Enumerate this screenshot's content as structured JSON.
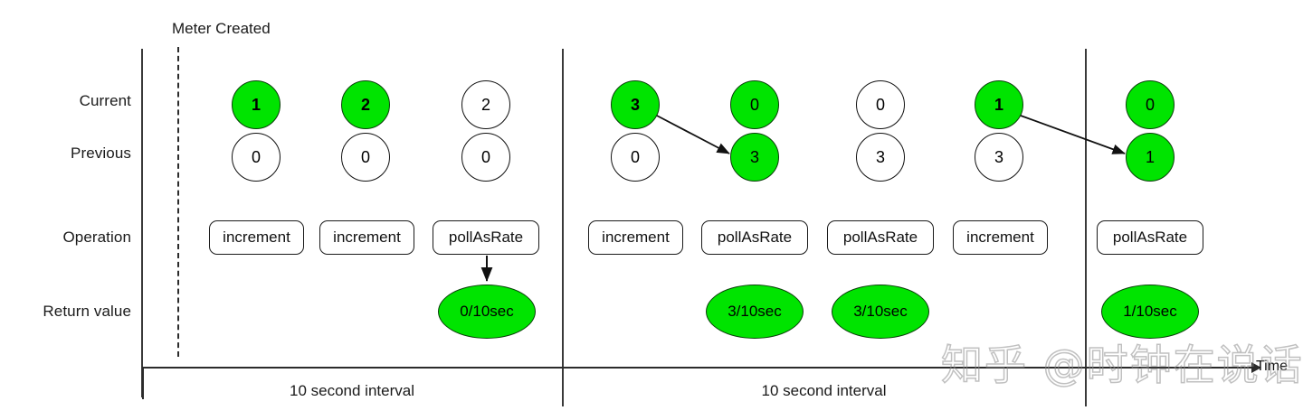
{
  "diagram": {
    "title_note": "Meter Created",
    "time_axis_label": "Time",
    "watermark": "知乎 @时钟在说话",
    "row_labels": [
      {
        "key": "current",
        "label": "Current"
      },
      {
        "key": "previous",
        "label": "Previous"
      },
      {
        "key": "operation",
        "label": "Operation"
      },
      {
        "key": "return_value",
        "label": "Return value"
      }
    ],
    "interval_labels": [
      {
        "label": "10 second interval"
      },
      {
        "label": "10 second interval"
      }
    ],
    "columns": [
      {
        "id": "c1",
        "current": {
          "value": "1",
          "highlighted": true
        },
        "previous": {
          "value": "0",
          "highlighted": false
        },
        "operation": "increment",
        "return_value": null
      },
      {
        "id": "c2",
        "current": {
          "value": "2",
          "highlighted": true
        },
        "previous": {
          "value": "0",
          "highlighted": false
        },
        "operation": "increment",
        "return_value": null
      },
      {
        "id": "c3",
        "current": {
          "value": "2",
          "highlighted": false
        },
        "previous": {
          "value": "0",
          "highlighted": false
        },
        "operation": "pollAsRate",
        "return_value": "0/10sec"
      },
      {
        "id": "c4",
        "current": {
          "value": "3",
          "highlighted": true
        },
        "previous": {
          "value": "0",
          "highlighted": false
        },
        "operation": "increment",
        "return_value": null
      },
      {
        "id": "c5",
        "current": {
          "value": "0",
          "highlighted": true
        },
        "previous": {
          "value": "3",
          "highlighted": true
        },
        "operation": "pollAsRate",
        "return_value": "3/10sec"
      },
      {
        "id": "c6",
        "current": {
          "value": "0",
          "highlighted": false
        },
        "previous": {
          "value": "3",
          "highlighted": false
        },
        "operation": "pollAsRate",
        "return_value": "3/10sec"
      },
      {
        "id": "c7",
        "current": {
          "value": "1",
          "highlighted": true
        },
        "previous": {
          "value": "3",
          "highlighted": false
        },
        "operation": "increment",
        "return_value": null
      },
      {
        "id": "c8",
        "current": {
          "value": "0",
          "highlighted": true
        },
        "previous": {
          "value": "1",
          "highlighted": true
        },
        "operation": "pollAsRate",
        "return_value": "1/10sec"
      }
    ],
    "colors": {
      "highlight_green": "#00e400",
      "outline": "#111111",
      "line": "#2b2b2b"
    }
  }
}
